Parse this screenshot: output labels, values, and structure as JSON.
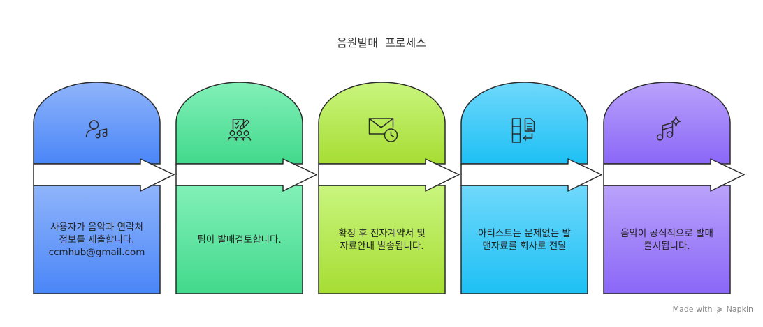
{
  "title": "음원발매  프로세스",
  "steps": [
    {
      "icon": "user-music-icon",
      "lines": [
        "사용자가 음악과 연락처",
        "정보를 제출합니다.",
        "ccmhub@gmail.com"
      ],
      "color_top": "#8FB4FB",
      "color_bottom": "#4A86F7"
    },
    {
      "icon": "team-review-icon",
      "lines": [
        "팀이 발매검토합니다."
      ],
      "color_top": "#82F0B8",
      "color_bottom": "#42D98C"
    },
    {
      "icon": "mail-clock-icon",
      "lines": [
        "확정 후 전자계약서 및",
        "자료안내 발송됩니다."
      ],
      "color_top": "#C9F57E",
      "color_bottom": "#A6DD33"
    },
    {
      "icon": "document-transfer-icon",
      "lines": [
        "아티스트는 문제없는 발",
        "맨자료를 회사로 전달"
      ],
      "color_top": "#6FD8FB",
      "color_bottom": "#1EC0F4"
    },
    {
      "icon": "music-sparkle-icon",
      "lines": [
        "음악이 공식적으로 발매",
        "출시됩니다."
      ],
      "color_top": "#B9A2FB",
      "color_bottom": "#8B67F7"
    }
  ],
  "footer": {
    "prefix": "Made with",
    "brand": "Napkin"
  }
}
